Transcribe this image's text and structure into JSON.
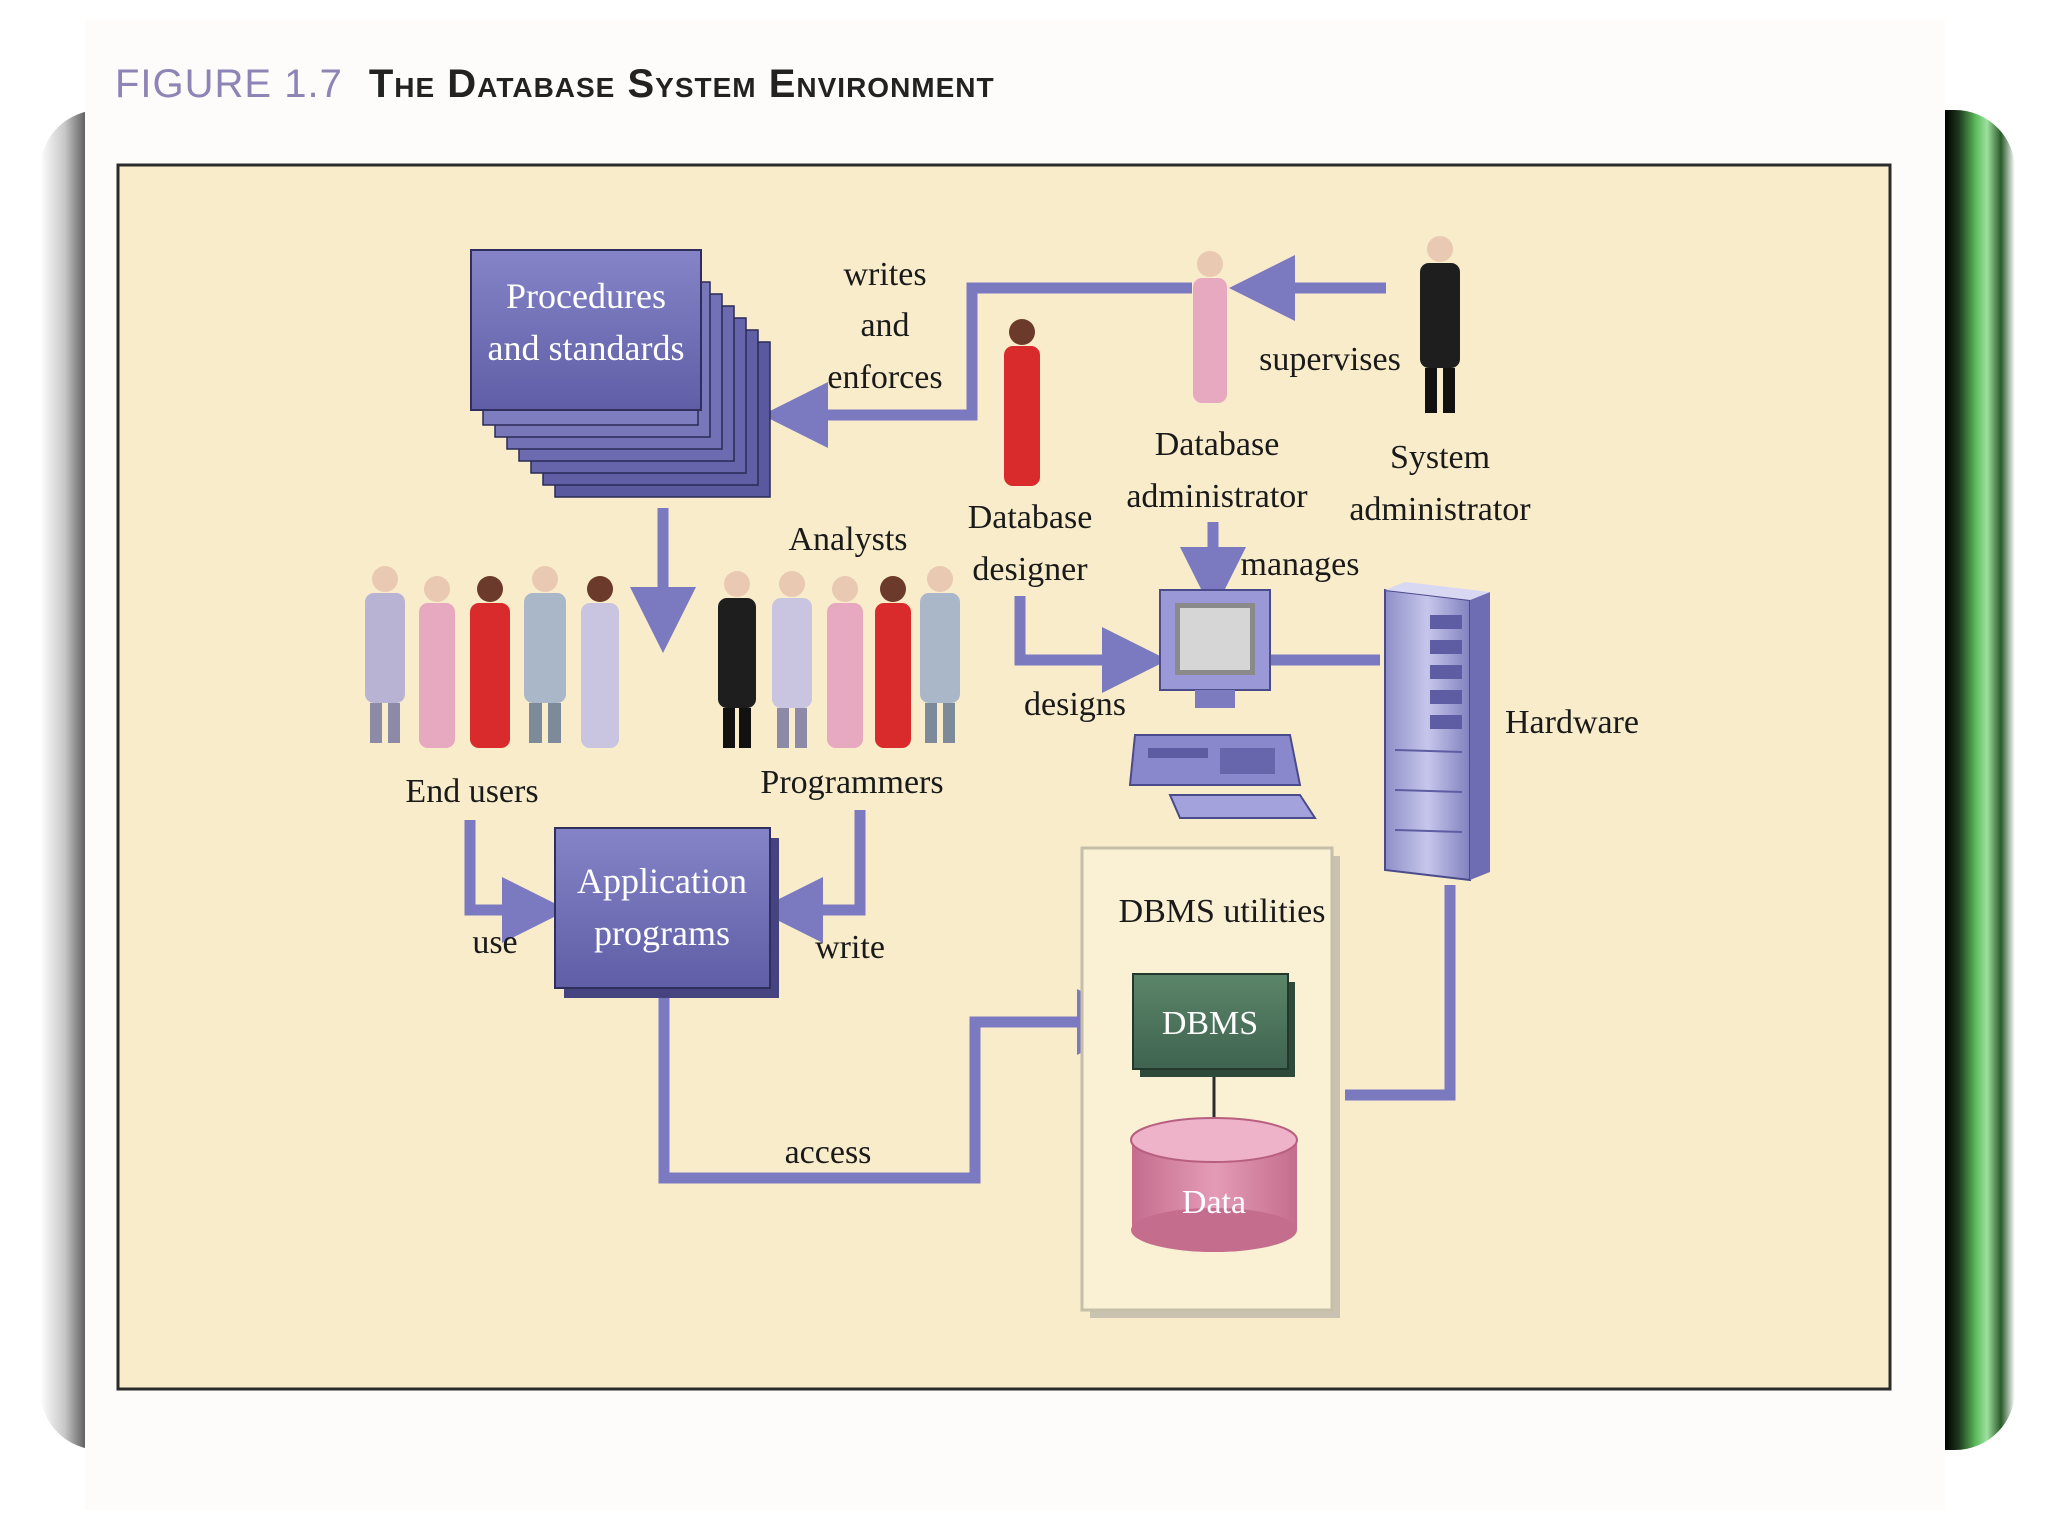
{
  "figure": {
    "number": "FIGURE 1.7",
    "title": "The Database System Environment"
  },
  "boxes": {
    "procedures_line1": "Procedures",
    "procedures_line2": "and standards",
    "application_line1": "Application",
    "application_line2": "programs",
    "dbms_utilities": "DBMS utilities",
    "dbms": "DBMS",
    "data": "Data"
  },
  "actors": {
    "system_admin_line1": "System",
    "system_admin_line2": "administrator",
    "db_admin_line1": "Database",
    "db_admin_line2": "administrator",
    "db_designer_line1": "Database",
    "db_designer_line2": "designer",
    "analysts": "Analysts",
    "programmers": "Programmers",
    "end_users": "End users",
    "hardware": "Hardware"
  },
  "relations": {
    "writes": "writes",
    "and": "and",
    "enforces": "enforces",
    "supervises": "supervises",
    "manages": "manages",
    "designs": "designs",
    "use": "use",
    "write": "write",
    "access": "access"
  },
  "colors": {
    "panel_bg": "#f8eccb",
    "arrow": "#7b79c0",
    "box_purple": "#6f6eb3",
    "dbms_green": "#4b715a",
    "data_pink": "#d886a2",
    "figure_red": "#d92b2b",
    "figure_pink": "#e7a9bf",
    "figure_blue": "#a9b7c9",
    "figure_lilac": "#b8b3d3",
    "figure_black": "#1e1e1e"
  }
}
